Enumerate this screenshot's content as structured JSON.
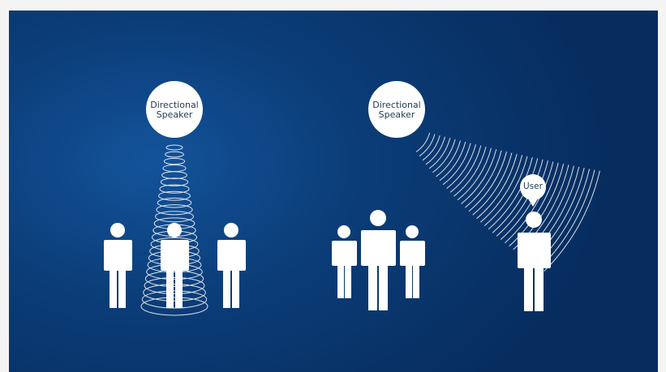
{
  "left_panel": {
    "speaker_label": "Directional\nSpeaker",
    "beam_style": "omnidirectional-cone"
  },
  "right_panel": {
    "speaker_label": "Directional\nSpeaker",
    "user_label": "User",
    "beam_style": "focused-wedge"
  },
  "icons": {
    "speaker": "speaker-circle-icon",
    "person": "person-icon",
    "location": "location-pin-icon"
  },
  "colors": {
    "background": "#0b3d78",
    "figure": "#ffffff",
    "label_text": "#233b52",
    "page": "#f4f4f4"
  }
}
